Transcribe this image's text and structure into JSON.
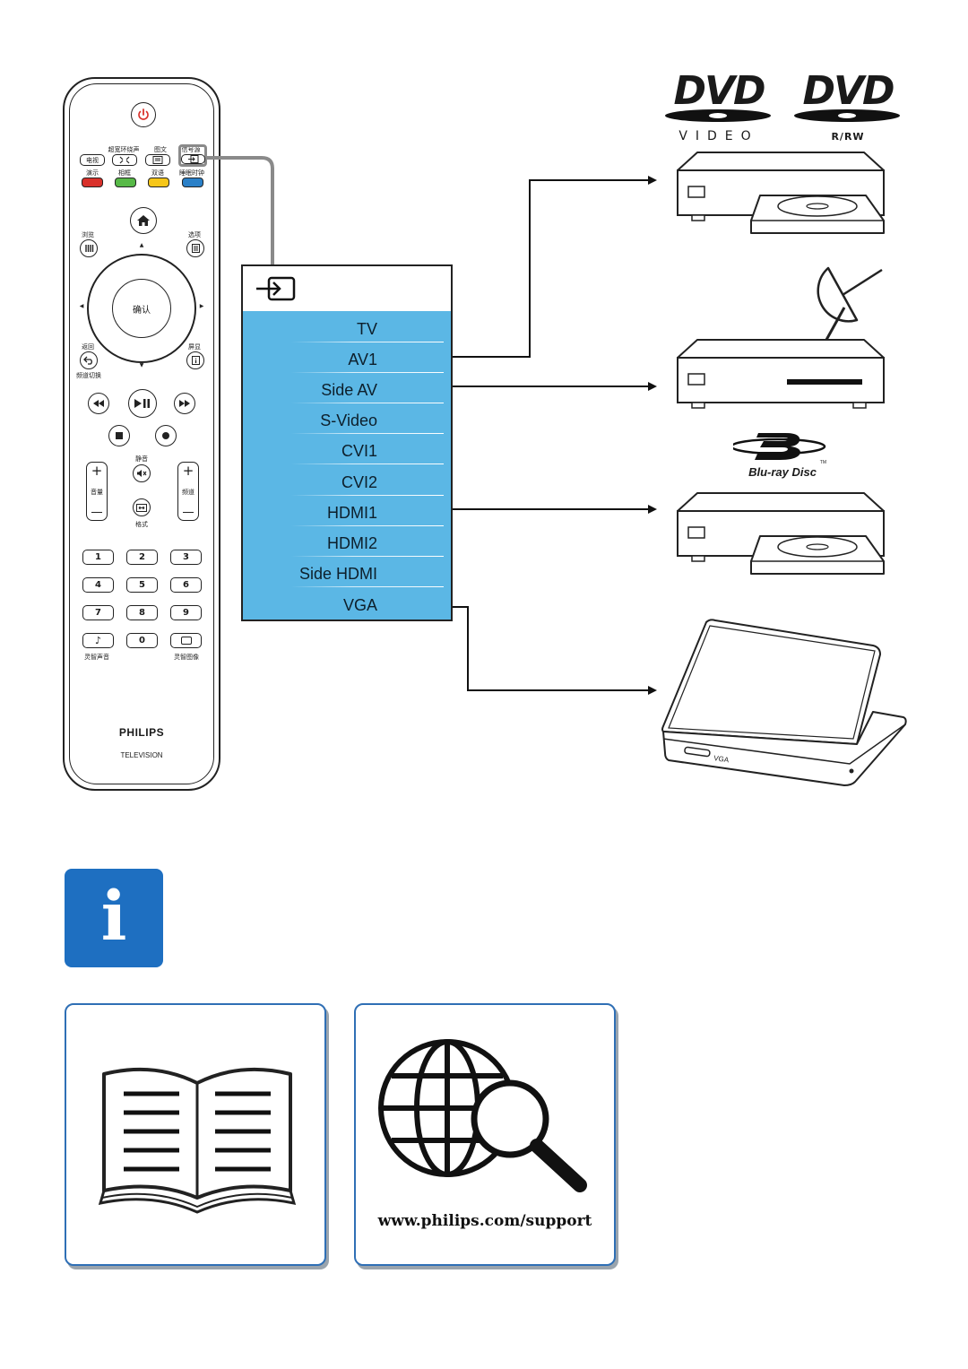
{
  "remote": {
    "top_labels": [
      "超宽环绕声",
      "图文",
      "信号源"
    ],
    "row1_buttons": [
      "电视"
    ],
    "row1_sublabels": [
      "演示",
      "相框",
      "双语",
      "睡眠时钟"
    ],
    "color_buttons": [
      "#d9312b",
      "#57b947",
      "#f6c619",
      "#2a80c8"
    ],
    "browse_label": "浏览",
    "options_label": "选项",
    "ok_label": "确认",
    "back_label": "返回",
    "info_label": "屏显",
    "channel_switch_label": "频道切换",
    "mute_label": "静音",
    "volume_label": "音量",
    "channel_label": "频道",
    "format_label": "格式",
    "number_keys": [
      "1",
      "2",
      "3",
      "4",
      "5",
      "6",
      "7",
      "8",
      "9",
      "",
      "0",
      ""
    ],
    "smart_sound_label": "灵智声音",
    "smart_picture_label": "灵智图像",
    "brand": "PHILIPS",
    "subbrand": "TELEVISION"
  },
  "source_menu": {
    "items": [
      "TV",
      "AV1",
      "Side AV",
      "S-Video",
      "CVI1",
      "CVI2",
      "HDMI1",
      "HDMI2",
      "Side HDMI",
      "VGA"
    ],
    "highlight_color": "#5bb7e5"
  },
  "devices": {
    "dvd_logo_1_sub": "VIDEO",
    "dvd_logo_2_sub": "R/RW",
    "dvd_word": "DVD",
    "bluray_logo": "Blu-ray Disc",
    "bluray_tm": "TM",
    "laptop_port_label": "VGA"
  },
  "info_icon": {
    "glyph": "i",
    "color": "#1e6fc1"
  },
  "support": {
    "url": "www.philips.com/support"
  }
}
